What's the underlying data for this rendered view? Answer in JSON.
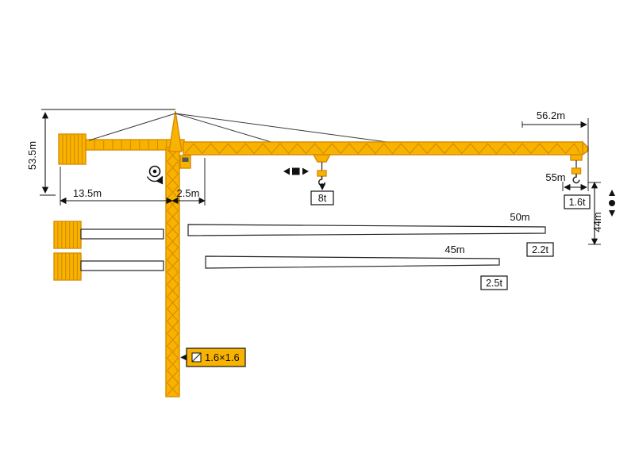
{
  "diagram": {
    "colors": {
      "crane_yellow": "#F8B200",
      "crane_outline": "#D88C00",
      "line": "#111111"
    },
    "labels": {
      "total_height": "53.5m",
      "counter_jib_radius": "13.5m",
      "rear_offset": "2.5m",
      "max_jib_length": "56.2m",
      "tip_radius": "55m",
      "hook_height": "44m",
      "max_capacity": "8t",
      "tip_capacity": "1.6t",
      "mast_section": "1.6×1.6"
    },
    "jib_options": [
      {
        "length": "50m",
        "tip_capacity": "2.2t"
      },
      {
        "length": "45m",
        "tip_capacity": "2.5t"
      }
    ],
    "symbols": [
      "slewing-icon",
      "trolley-travel-icon",
      "hoisting-icon"
    ]
  }
}
